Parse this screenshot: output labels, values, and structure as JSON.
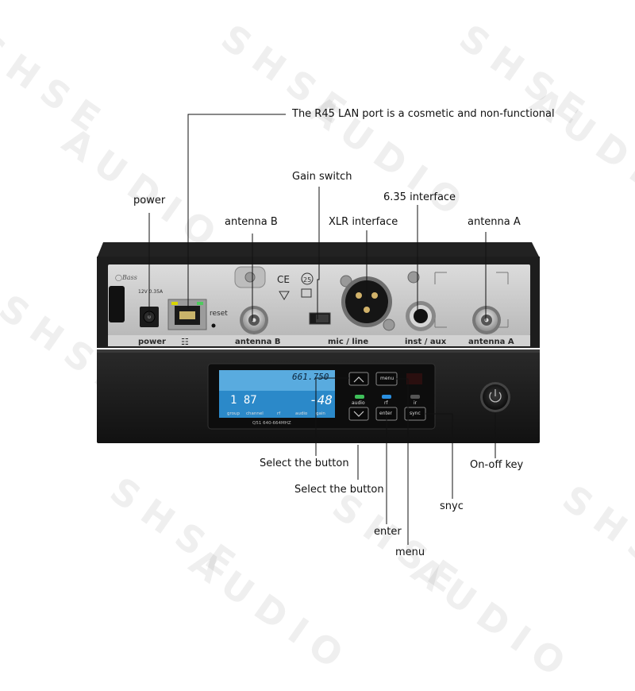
{
  "watermark": {
    "brand": "SHSE",
    "sub": "AUDIO"
  },
  "callouts": {
    "lan_port": "The R45 LAN port is a cosmetic and non-functional",
    "gain_switch": "Gain switch",
    "interface_635": "6.35 interface",
    "power": "power",
    "antenna_b": "antenna B",
    "xlr": "XLR interface",
    "antenna_a": "antenna A",
    "select_button_1": "Select the button",
    "select_button_2": "Select the button",
    "on_off_key": "On-off key",
    "snyc": "snyc",
    "enter": "enter",
    "menu": "menu"
  },
  "rear_panel": {
    "power": "power",
    "antenna_b": "antenna  B",
    "mic_line": "mic / line",
    "inst_aux": "inst / aux",
    "antenna_a": "antenna  A",
    "reset": "reset",
    "dc_rating": "12V  0.35A"
  },
  "display": {
    "frequency": "661.750",
    "channel_readout": "1  87",
    "gain_readout": "-48",
    "labels": [
      "group",
      "channel",
      "rf",
      "audio",
      "gain"
    ],
    "model": "Q51  640-664MHZ"
  },
  "front_buttons": {
    "menu": "menu",
    "enter": "enter",
    "sync": "sync",
    "audio": "audio",
    "rf": "rf",
    "ir": "ir"
  },
  "colors": {
    "chassis": "#1c1c1c",
    "rear_panel": "#c9c9c9",
    "audio_led": "#3fbf5a",
    "rf_led": "#2a8fe0",
    "ir_led": "#555555",
    "accent_ring": "#444444"
  }
}
